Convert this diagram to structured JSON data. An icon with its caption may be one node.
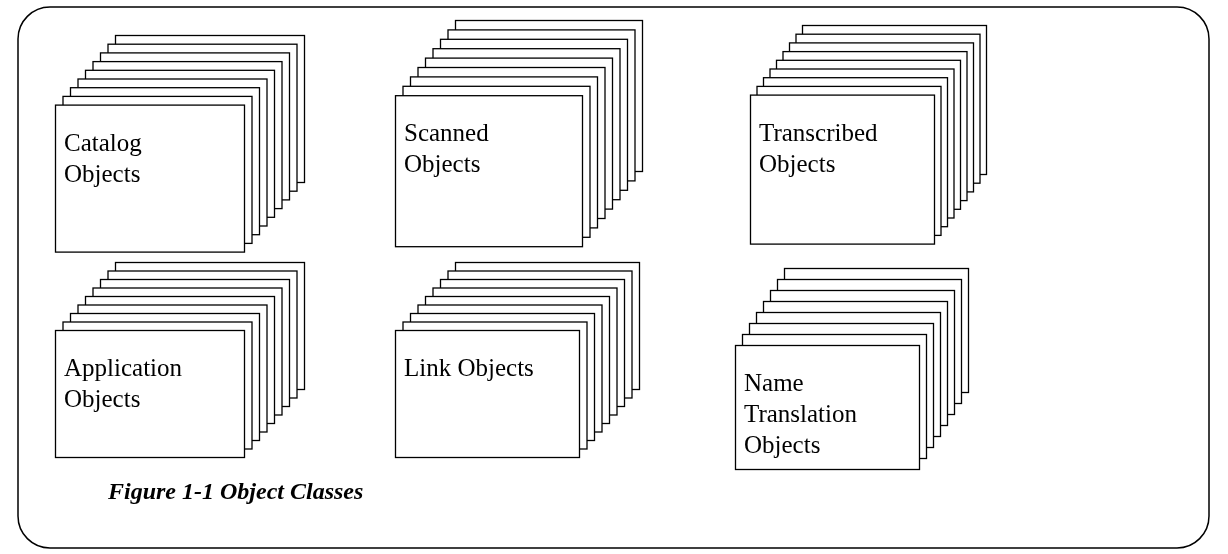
{
  "diagram": {
    "caption": "Figure 1-1 Object Classes",
    "nodes": [
      {
        "text": [
          "Catalog Objects"
        ]
      },
      {
        "text": [
          "Scanned Objects"
        ]
      },
      {
        "text": [
          "Transcribed Objects"
        ]
      },
      {
        "text": [
          "Application Objects"
        ]
      },
      {
        "text": [
          "Link Objects"
        ]
      },
      {
        "text": [
          "Name Translation Objects"
        ]
      }
    ],
    "edges": []
  }
}
